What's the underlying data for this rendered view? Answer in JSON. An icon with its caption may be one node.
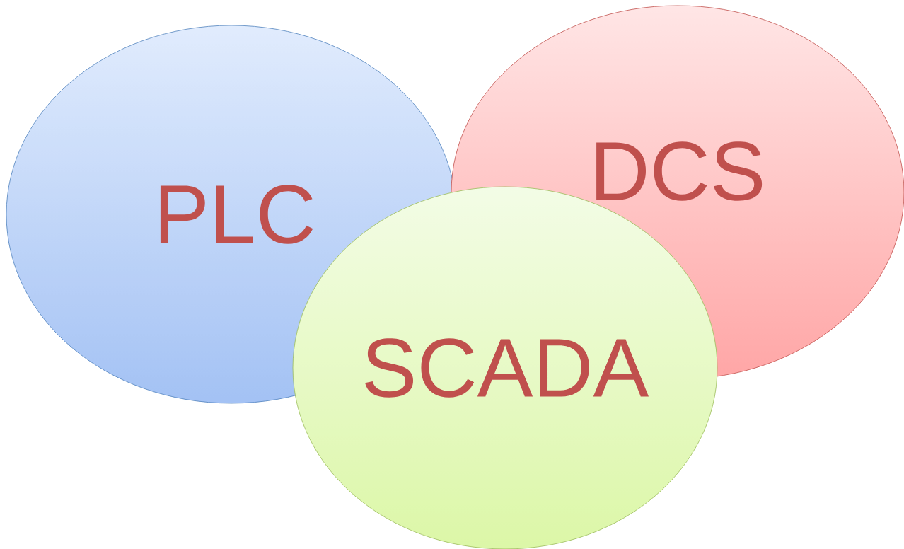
{
  "diagram": {
    "nodes": [
      {
        "text": [
          "PLC"
        ]
      },
      {
        "text": [
          "DCS"
        ]
      },
      {
        "text": [
          "SCADA"
        ]
      }
    ]
  }
}
